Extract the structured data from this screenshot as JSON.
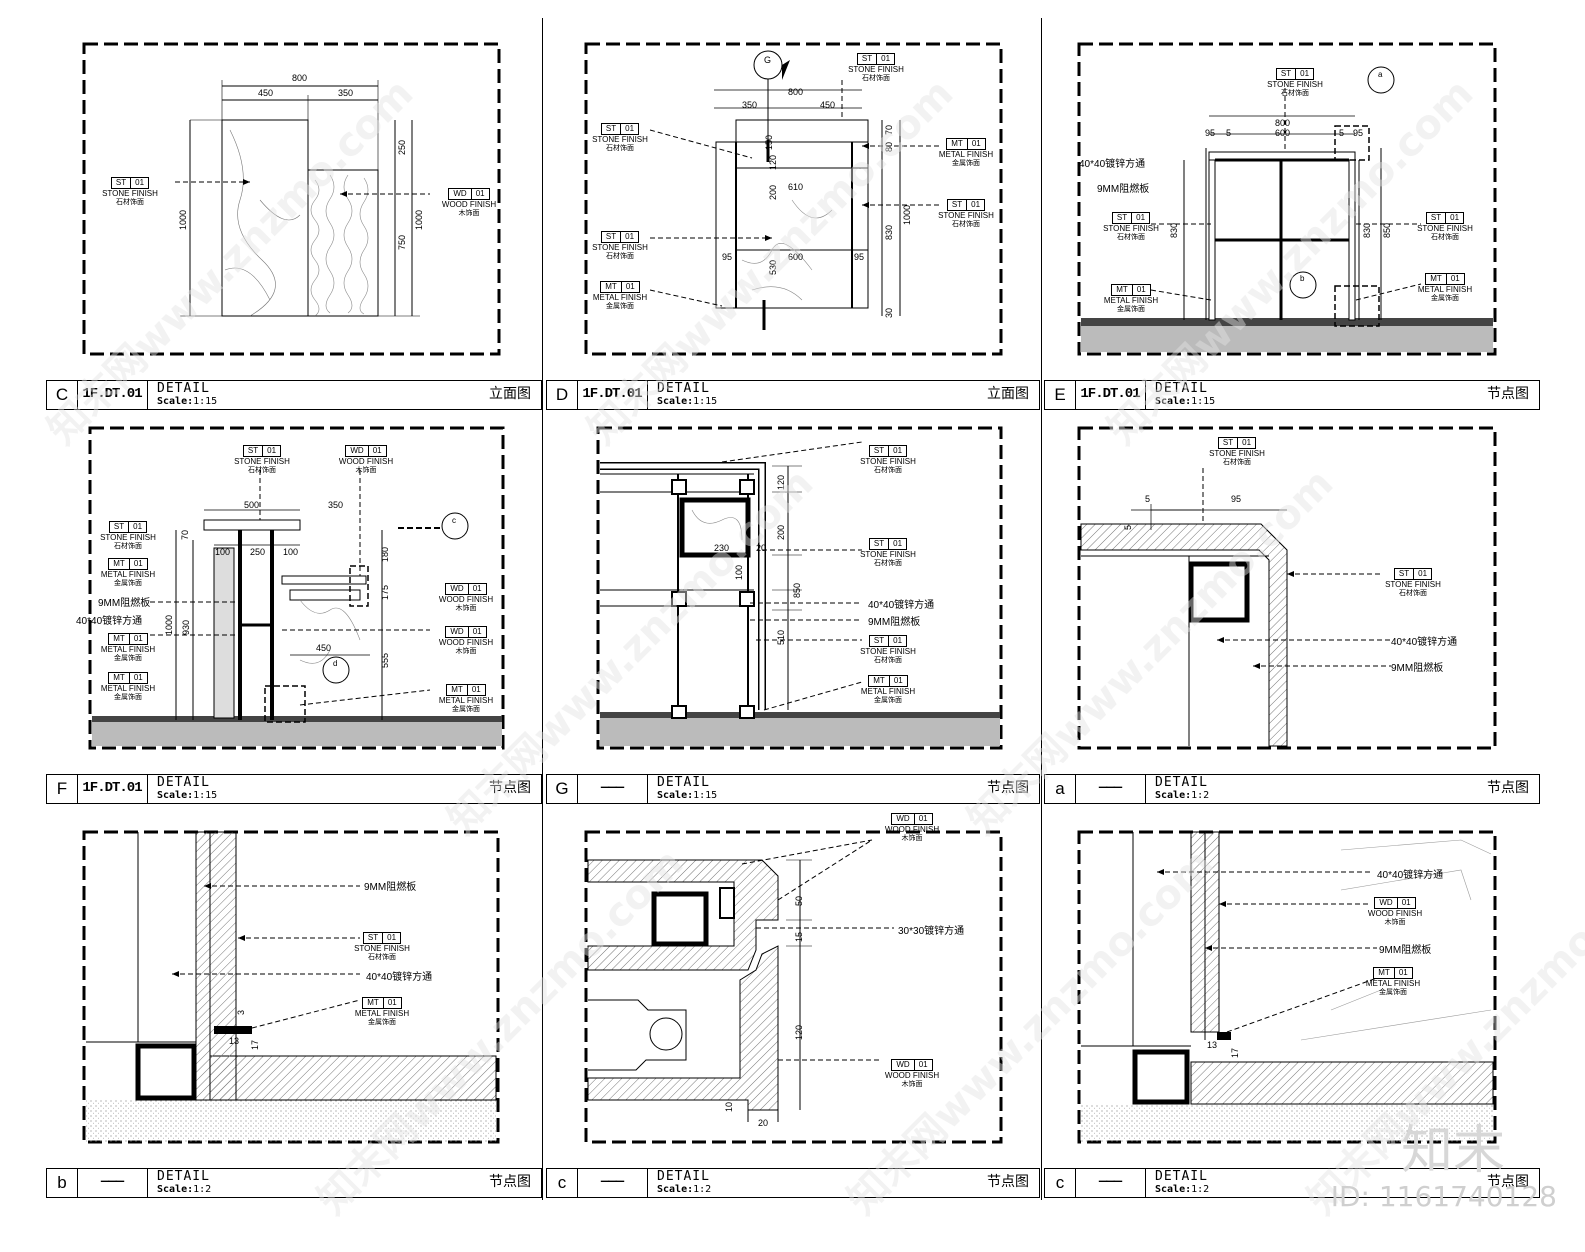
{
  "common": {
    "detail_word": "DETAIL",
    "scale_word": "Scale:",
    "ref_blank": "———"
  },
  "panels": [
    {
      "id": "C",
      "ref": "1F.DT.01",
      "scale": "1:15",
      "cn": "立面图"
    },
    {
      "id": "D",
      "ref": "1F.DT.01",
      "scale": "1:15",
      "cn": "立面图"
    },
    {
      "id": "E",
      "ref": "1F.DT.01",
      "scale": "1:15",
      "cn": "节点图"
    },
    {
      "id": "F",
      "ref": "1F.DT.01",
      "scale": "1:15",
      "cn": "节点图"
    },
    {
      "id": "G",
      "ref": "———",
      "scale": "1:15",
      "cn": "节点图"
    },
    {
      "id": "a",
      "ref": "———",
      "scale": "1:2",
      "cn": "节点图"
    },
    {
      "id": "b",
      "ref": "———",
      "scale": "1:2",
      "cn": "节点图"
    },
    {
      "id": "c",
      "ref": "———",
      "scale": "1:2",
      "cn": "节点图"
    },
    {
      "id": "c",
      "ref": "———",
      "scale": "1:2",
      "cn": "节点图"
    }
  ],
  "materials": {
    "st": {
      "code": "ST",
      "num": "01",
      "en": "STONE FINISH",
      "zh": "石材饰面"
    },
    "wd": {
      "code": "WD",
      "num": "01",
      "en": "WOOD FINISH",
      "zh": "木饰面"
    },
    "mt": {
      "code": "MT",
      "num": "01",
      "en": "METAL FINISH",
      "zh": "金属饰面"
    }
  },
  "notes": {
    "tube40": "40*40镀锌方通",
    "tube30": "30*30镀锌方通",
    "board9": "9MM阻燃板"
  },
  "markers": {
    "G": "G",
    "a": "a",
    "b": "b",
    "c": "c",
    "d": "d"
  },
  "dims": {
    "C": {
      "top": "800",
      "l": "450",
      "r": "350",
      "h1": "1000",
      "h2": "250",
      "h3": "750",
      "h4": "1000"
    },
    "D": {
      "t1": "350",
      "t2": "800",
      "t3": "450",
      "w610": "610",
      "w600": "600",
      "w95a": "95",
      "w95b": "95",
      "v150": "150",
      "v120": "120",
      "v200": "200",
      "v530": "530",
      "v70": "70",
      "v80": "80",
      "v830": "830",
      "v1000": "1000",
      "v30": "30"
    },
    "E": {
      "t1": "95",
      "t2": "5",
      "t3": "600",
      "t4": "5",
      "t5": "95",
      "t0": "800",
      "v830a": "830",
      "v830b": "830",
      "v850": "850"
    },
    "F": {
      "t500": "500",
      "t350": "350",
      "t100a": "100",
      "t250": "250",
      "t100b": "100",
      "v70": "70",
      "v1000": "1000",
      "v930": "930",
      "v180": "180",
      "v175": "175",
      "v555": "555",
      "h450": "450"
    },
    "G": {
      "v120": "120",
      "v200": "200",
      "v100": "100",
      "v850": "850",
      "v510": "510",
      "h230": "230",
      "h20": "20"
    },
    "a": {
      "h5": "5",
      "h95": "95",
      "v5": "5"
    },
    "b": {
      "n13": "13",
      "n17": "17",
      "n3": "3"
    },
    "c1": {
      "v50": "50",
      "v15": "15",
      "v120": "120",
      "v10": "10",
      "h20": "20"
    },
    "c2": {
      "n13": "13",
      "n17": "17"
    }
  },
  "watermark": {
    "text": "知末网www.znzmo.com",
    "brand": "知末",
    "id": "ID: 1161740128"
  }
}
